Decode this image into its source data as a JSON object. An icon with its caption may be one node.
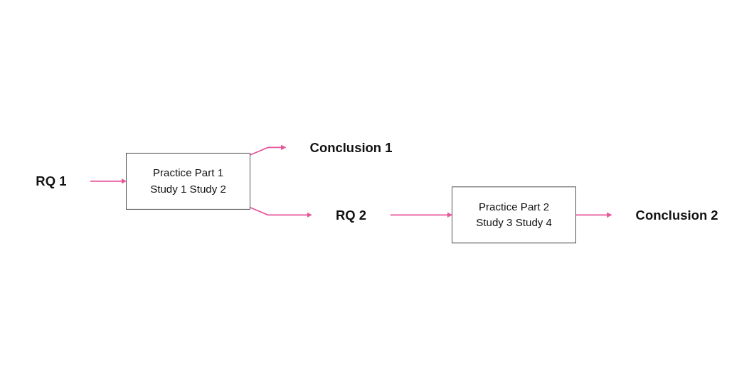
{
  "diagram": {
    "nodes": [
      {
        "text": [
          "RQ 1"
        ]
      },
      {
        "text": [
          "Practice Part 1",
          "Study 1 Study 2"
        ]
      },
      {
        "text": [
          "Conclusion 1"
        ]
      },
      {
        "text": [
          "RQ 2"
        ]
      },
      {
        "text": [
          "Practice Part 2",
          "Study 3 Study 4"
        ]
      },
      {
        "text": [
          "Conclusion 2"
        ]
      }
    ],
    "edges": [
      {
        "from": 0,
        "to": 1,
        "arrow": "to"
      },
      {
        "from": 1,
        "to": 2,
        "arrow": "to"
      },
      {
        "from": 1,
        "to": 3,
        "arrow": "to"
      },
      {
        "from": 3,
        "to": 4,
        "arrow": "to"
      },
      {
        "from": 4,
        "to": 5,
        "arrow": "to"
      }
    ]
  }
}
